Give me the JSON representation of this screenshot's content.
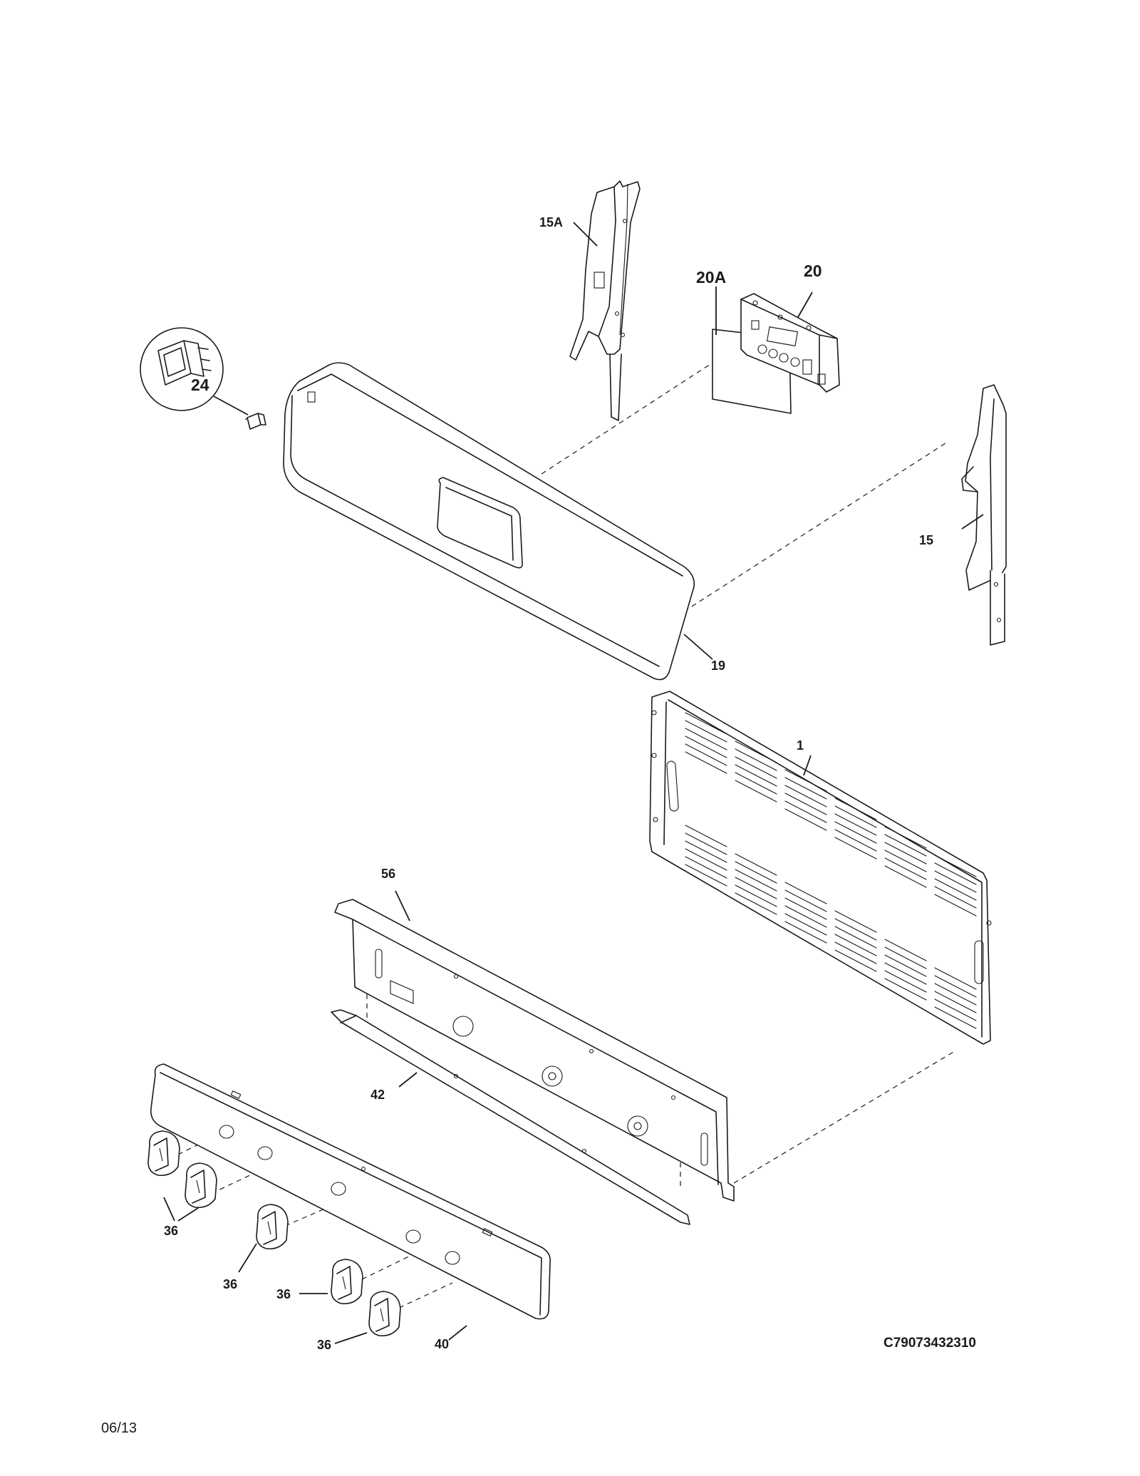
{
  "diagram": {
    "drawing_code": "C79073432310",
    "revision_date": "06/13",
    "callouts": {
      "p15A": "15A",
      "p20A": "20A",
      "p20": "20",
      "p24": "24",
      "p15": "15",
      "p19": "19",
      "p1": "1",
      "p56": "56",
      "p42": "42",
      "p36a": "36",
      "p36b": "36",
      "p36c": "36",
      "p36d": "36",
      "p40": "40"
    }
  }
}
